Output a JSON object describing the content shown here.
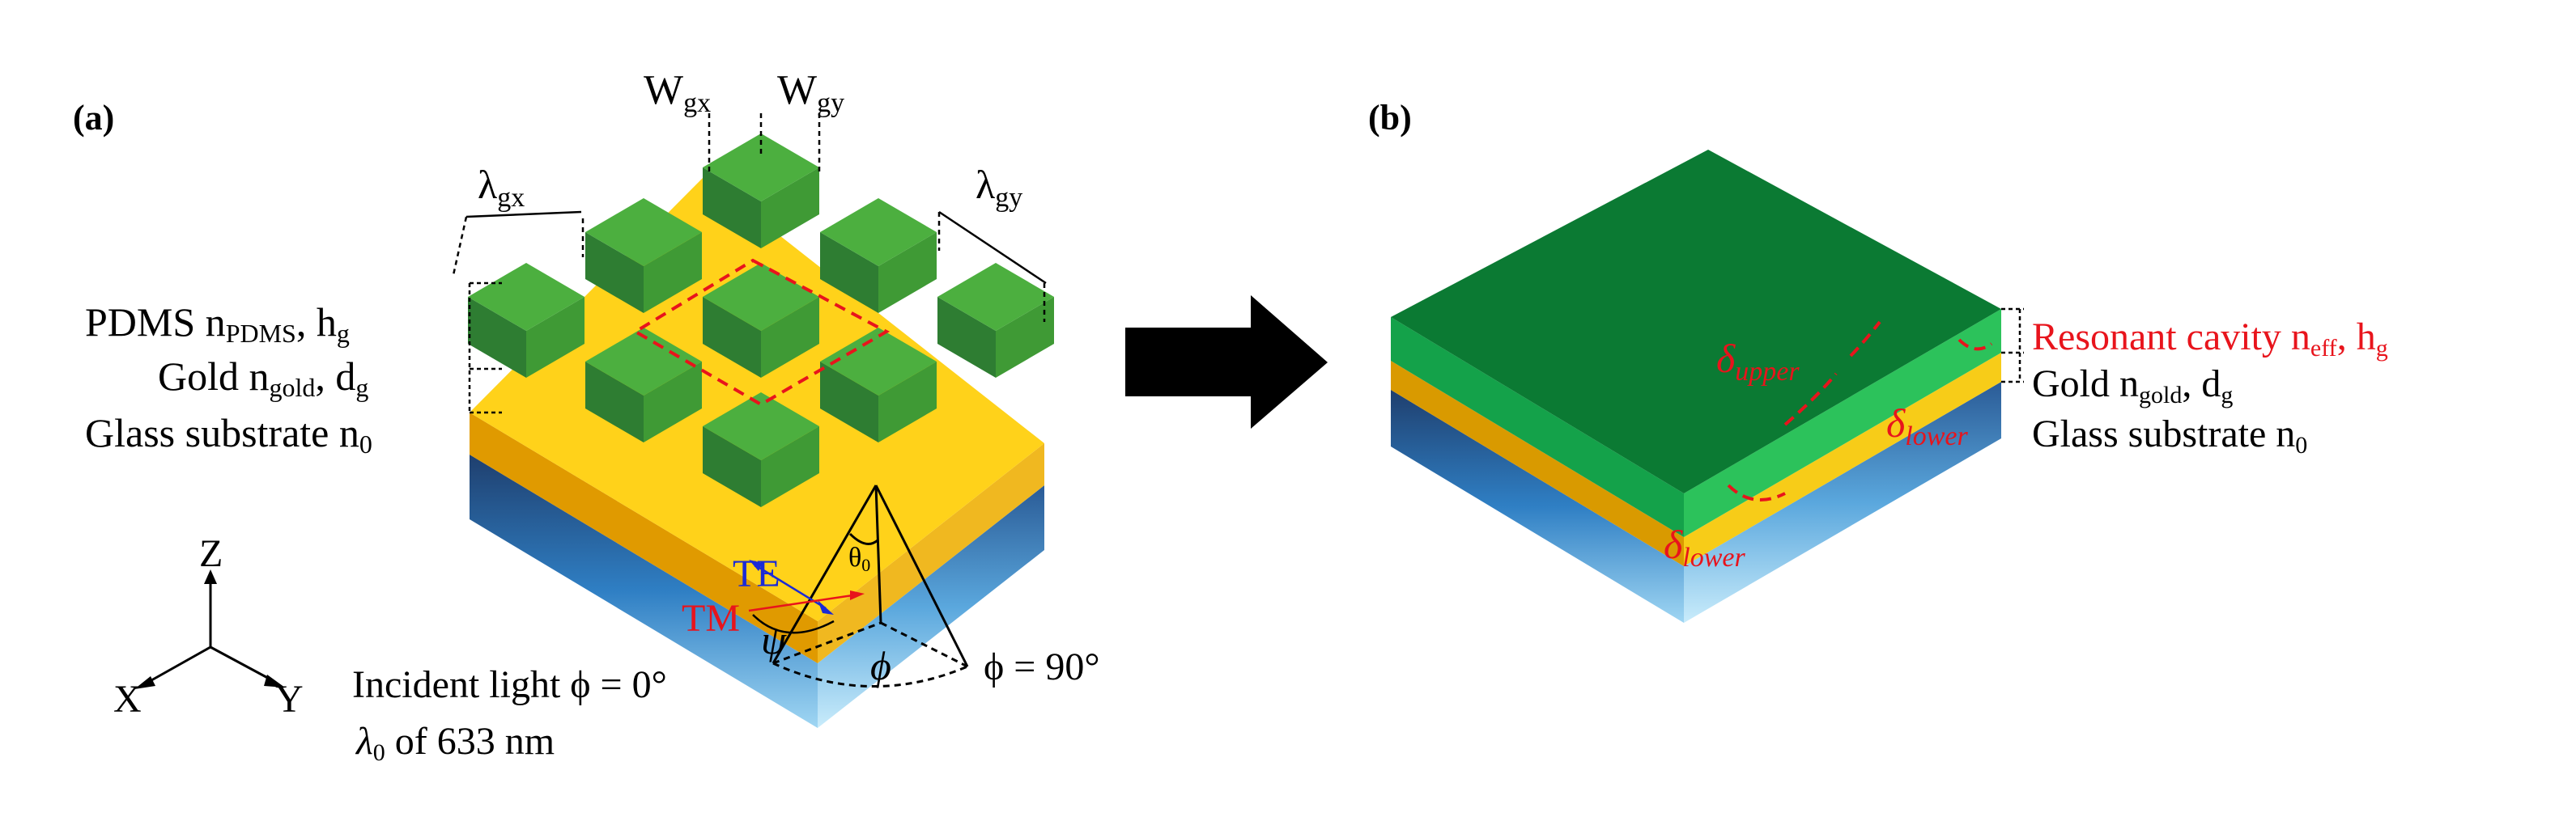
{
  "panel_a": {
    "label": "(a)",
    "wgx": {
      "base": "W",
      "sub": "gx"
    },
    "wgy": {
      "base": "W",
      "sub": "gy"
    },
    "lambda_gx": {
      "base": "λ",
      "sub": "gx"
    },
    "lambda_gy": {
      "base": "λ",
      "sub": "gy"
    },
    "pdms": {
      "t1": "PDMS n",
      "s1": "PDMS",
      "t2": ", h",
      "s2": "g"
    },
    "gold": {
      "t1": "Gold n",
      "s1": "gold",
      "t2": ", d",
      "s2": "g"
    },
    "glass": {
      "t1": "Glass substrate n",
      "s1": "0"
    },
    "axes": {
      "z": "Z",
      "x": "X",
      "y": "Y"
    },
    "te": "TE",
    "tm": "TM",
    "theta": {
      "base": "θ",
      "sub": "0"
    },
    "psi": "ψ",
    "phi": "ϕ",
    "incident": "Incident light ϕ = 0°",
    "phi90": "ϕ = 90°",
    "wavelength": {
      "base": "λ",
      "sub": "0",
      "rest": " of 633 nm"
    }
  },
  "panel_b": {
    "label": "(b)",
    "cavity": {
      "t1": "Resonant cavity n",
      "s1": "eff",
      "t2": ", h",
      "s2": "g"
    },
    "gold": {
      "t1": "Gold n",
      "s1": "gold",
      "t2": ", d",
      "s2": "g"
    },
    "glass": {
      "t1": "Glass substrate n",
      "s1": "0"
    },
    "delta_upper": {
      "base": "δ",
      "sub": "upper"
    },
    "delta_lower_right": {
      "base": "δ",
      "sub": "lower"
    },
    "delta_lower_front": {
      "base": "δ",
      "sub": "lower"
    }
  },
  "colors": {
    "grating_top": "#4caf3f",
    "grating_side": "#2e7d32",
    "gold_top": "#ffd21a",
    "gold_side": "#e0a000",
    "glass_top": "#9ed3ef",
    "glass_side": "#2f7fc4",
    "cavity_top": "#0b7a33",
    "cavity_side": "#22b24d",
    "annotation_red": "#e8141c",
    "annotation_blue": "#1b2ad6",
    "arrow": "#000000"
  }
}
